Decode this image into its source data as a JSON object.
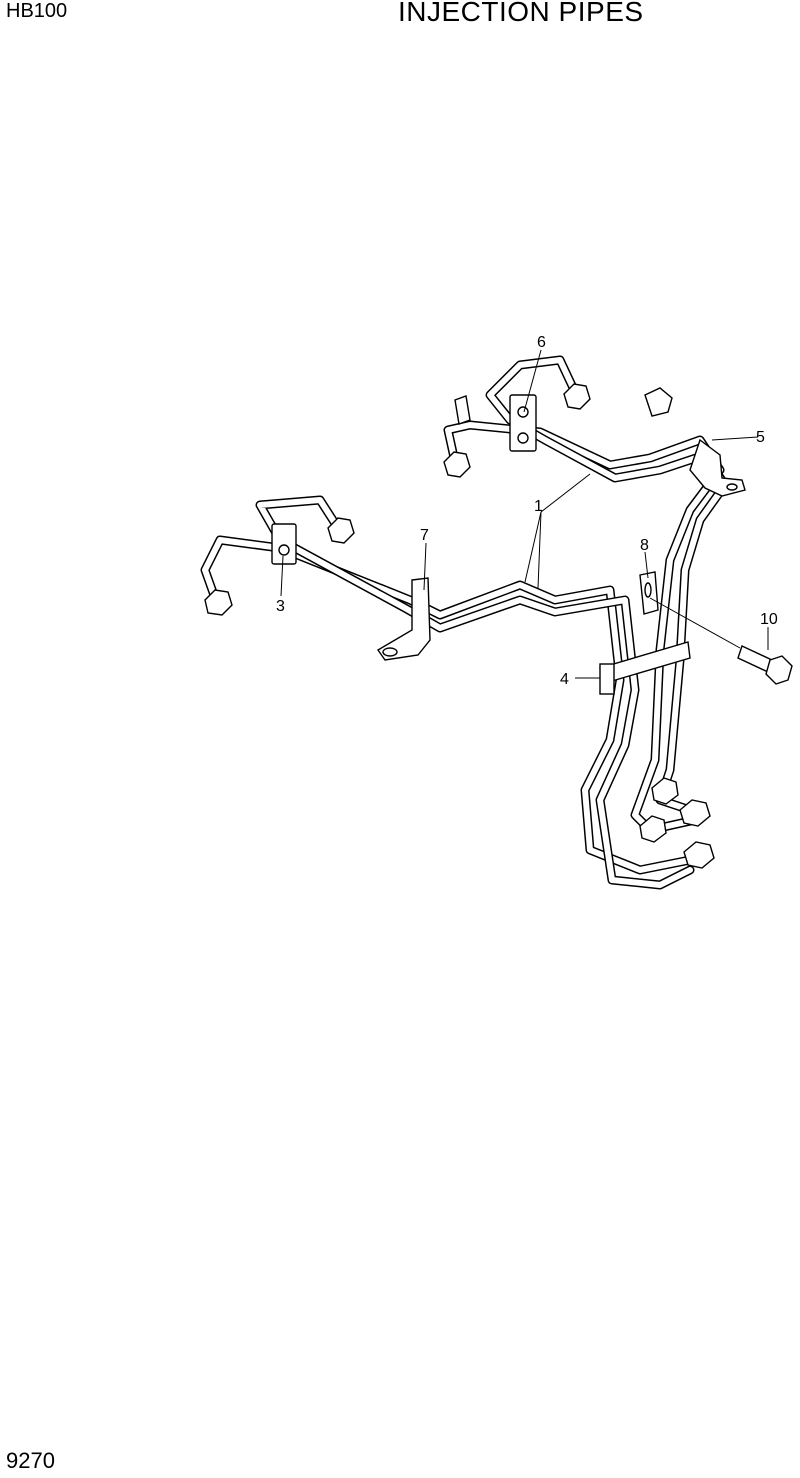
{
  "header": {
    "model_code": "HB100",
    "title": "INJECTION PIPES"
  },
  "footer": {
    "page_number": "9270"
  },
  "diagram": {
    "callouts": {
      "c1": "1",
      "c3": "3",
      "c4": "4",
      "c5": "5",
      "c6": "6",
      "c7": "7",
      "c8": "8",
      "c10": "10"
    }
  }
}
